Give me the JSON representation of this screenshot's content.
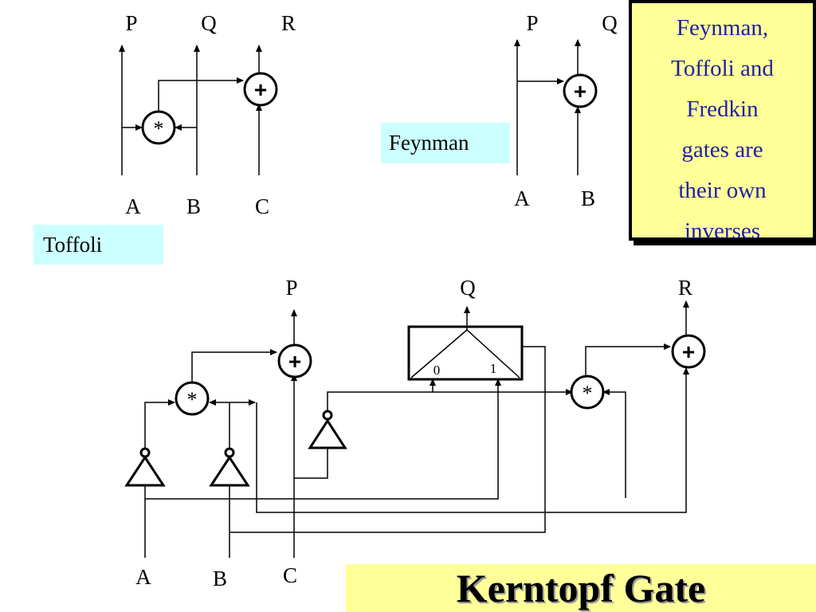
{
  "toffoli": {
    "outputs": [
      "P",
      "Q",
      "R"
    ],
    "inputs": [
      "A",
      "B",
      "C"
    ],
    "and_symbol": "*",
    "xor_symbol": "+",
    "label": "Toffoli"
  },
  "feynman": {
    "outputs": [
      "P",
      "Q"
    ],
    "inputs": [
      "A",
      "B"
    ],
    "xor_symbol": "+",
    "label": "Feynman"
  },
  "callout": {
    "lines": [
      "Feynman,",
      "Toffoli and",
      "Fredkin",
      "gates are",
      "their own",
      "inverses"
    ]
  },
  "kerntopf": {
    "outputs": [
      "P",
      "Q",
      "R"
    ],
    "inputs": [
      "A",
      "B",
      "C"
    ],
    "and_symbol": "*",
    "xor_symbol": "+",
    "mux_inputs": [
      "0",
      "1"
    ],
    "title": "Kerntopf Gate"
  },
  "colors": {
    "label_background": "#ccffff",
    "callout_background": "#ffff99",
    "callout_text": "#1f1fa6",
    "title_background": "#ffff99"
  }
}
